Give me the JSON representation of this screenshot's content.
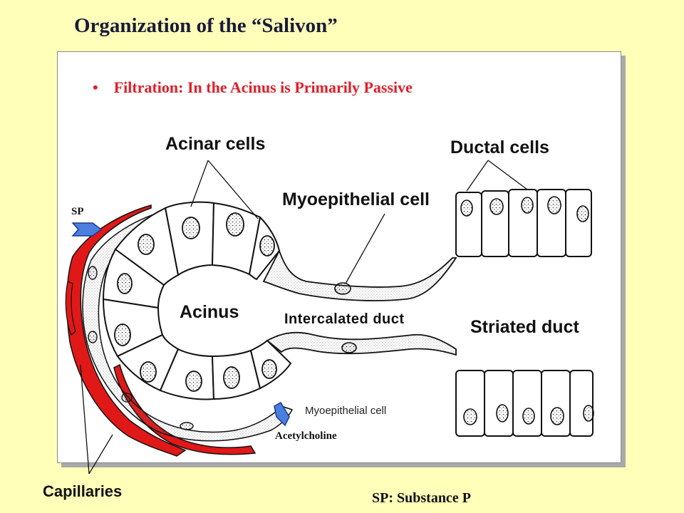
{
  "slide": {
    "title": "Organization of the “Salivon”",
    "bullet": "Filtration:  In the Acinus is Primarily Passive"
  },
  "labels": {
    "acinar_cells": "Acinar cells",
    "ductal_cells": "Ductal cells",
    "myoepithelial_cell_top": "Myoepithelial cell",
    "sp": "SP",
    "acinus": "Acinus",
    "intercalated_duct": "Intercalated duct",
    "striated_duct": "Striated duct",
    "myoepithelial_cell_bottom": "Myoepithelial cell",
    "acetylcholine": "Acetylcholine",
    "capillaries": "Capillaries",
    "sp_legend": "SP: Substance P"
  },
  "colors": {
    "background": "#FFFFB9",
    "accent_red": "#e0202a",
    "capillary_red": "#e01818",
    "arrow_blue": "#4a7fe0",
    "title": "#1a1a3a"
  }
}
